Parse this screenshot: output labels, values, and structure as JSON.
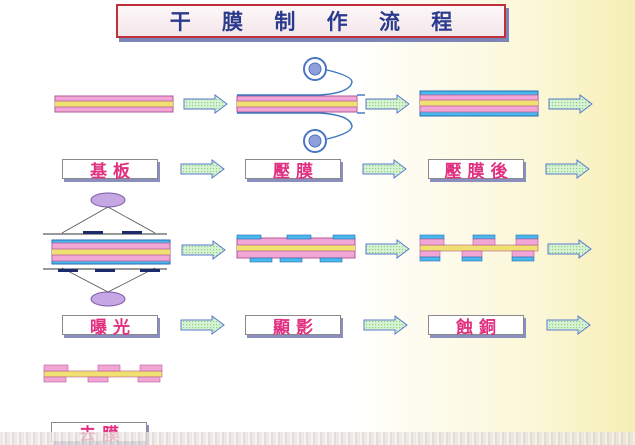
{
  "title": "干 膜 制 作 流 程",
  "steps": [
    {
      "id": "substrate",
      "label": "基板"
    },
    {
      "id": "lamination",
      "label": "壓膜"
    },
    {
      "id": "after-lamination",
      "label": "壓膜後"
    },
    {
      "id": "exposure",
      "label": "曝光"
    },
    {
      "id": "development",
      "label": "顯影"
    },
    {
      "id": "etching",
      "label": "蝕銅"
    },
    {
      "id": "stripping",
      "label": "去膜"
    }
  ],
  "colors": {
    "title_text": "#2a3a8c",
    "title_border": "#c0303a",
    "label_text": "#e0307f",
    "substrate_pink": "#f2a6d6",
    "copper_yellow": "#f0e070",
    "dry_film_blue": "#49b8ec",
    "arrow_fill": "#c9eec8",
    "arrow_border": "#5a7ad0",
    "lamp_fill": "#c7a6e4"
  }
}
